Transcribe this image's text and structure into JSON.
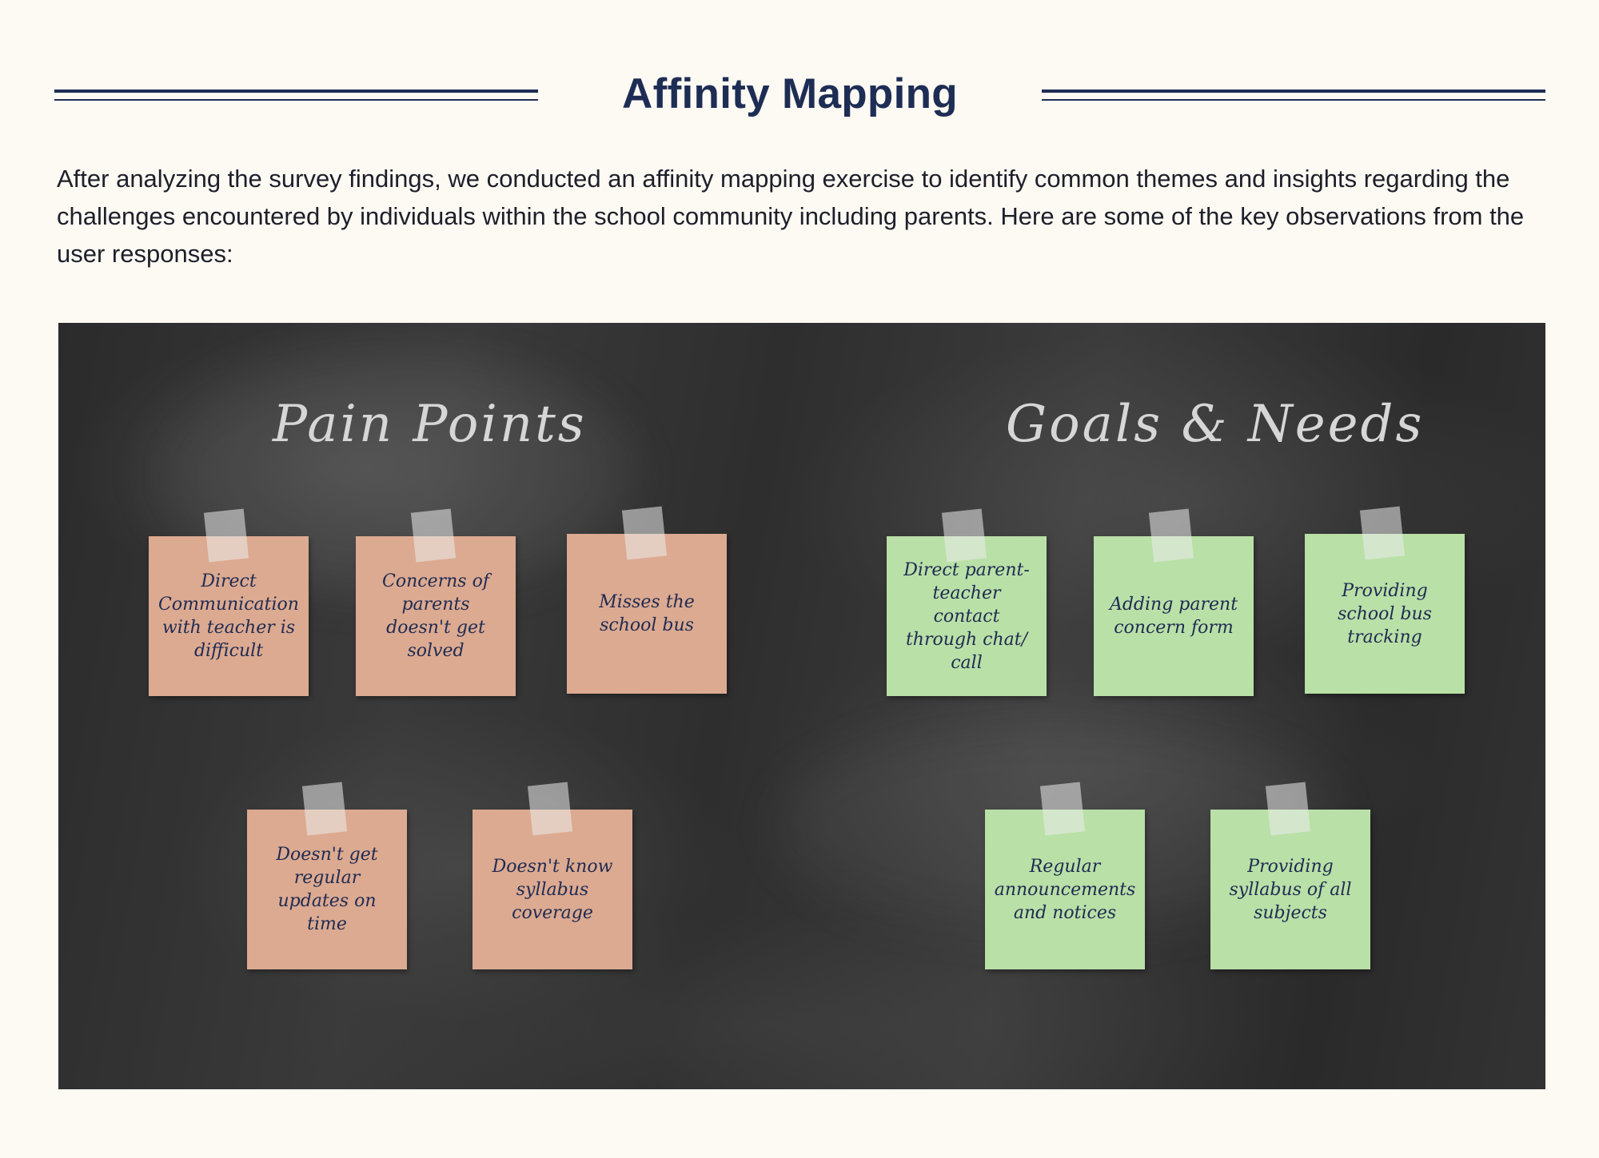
{
  "header": {
    "title": "Affinity Mapping"
  },
  "intro": {
    "text": "After analyzing the survey findings, we conducted an affinity mapping exercise to identify common themes and insights regarding the challenges encountered by individuals within the school community including parents. Here are some of the key observations from the user responses:"
  },
  "board": {
    "pain_points": {
      "title": "Pain Points",
      "notes": [
        "Direct Communication with teacher is difficult",
        "Concerns of parents doesn't get solved",
        "Misses the school bus",
        "Doesn't get regular updates on time",
        "Doesn't know syllabus coverage"
      ]
    },
    "goals_needs": {
      "title": "Goals & Needs",
      "notes": [
        "Direct parent-teacher contact through chat/ call",
        "Adding parent concern form",
        "Providing school bus tracking",
        "Regular announcements and notices",
        "Providing syllabus of all subjects"
      ]
    },
    "colors": {
      "pain_note": "#dcaa91",
      "goal_note": "#b9e0a7",
      "note_text": "#1f2b52",
      "board": "#333333"
    }
  }
}
